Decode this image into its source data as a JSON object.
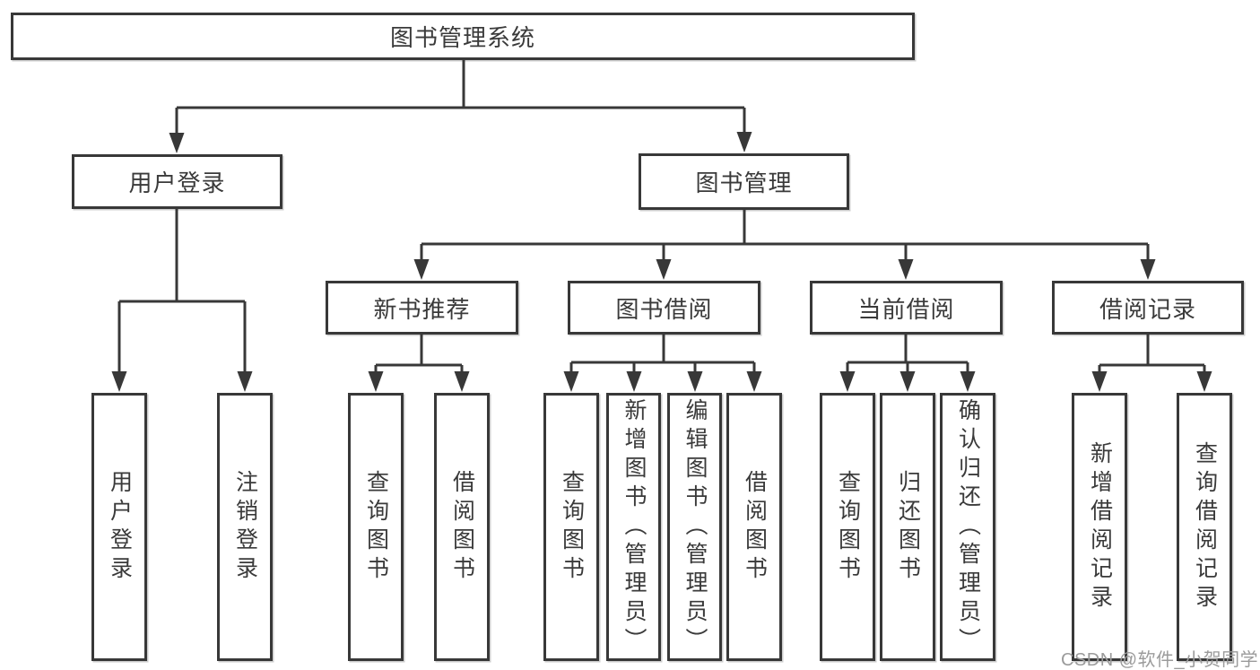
{
  "tree": {
    "root_label": "图书管理系统",
    "branches": [
      {
        "label": "用户登录",
        "leaves": [
          "用户登录",
          "注销登录"
        ]
      },
      {
        "label": "图书管理",
        "groups": [
          {
            "label": "新书推荐",
            "leaves": [
              "查询图书",
              "借阅图书"
            ]
          },
          {
            "label": "图书借阅",
            "leaves": [
              "查询图书",
              "新增图书（管理员）",
              "编辑图书（管理员）",
              "借阅图书"
            ]
          },
          {
            "label": "当前借阅",
            "leaves": [
              "查询图书",
              "归还图书",
              "确认归还（管理员）"
            ]
          },
          {
            "label": "借阅记录",
            "leaves": [
              "新增借阅记录",
              "查询借阅记录"
            ]
          }
        ]
      }
    ]
  },
  "watermark": {
    "text": "CSDN @软件_小贺同学"
  },
  "colors": {
    "line": "#383838",
    "box_border": "#383838",
    "text": "#3a3a3a",
    "watermark": "#9b9b9b",
    "background": "#ffffff"
  }
}
